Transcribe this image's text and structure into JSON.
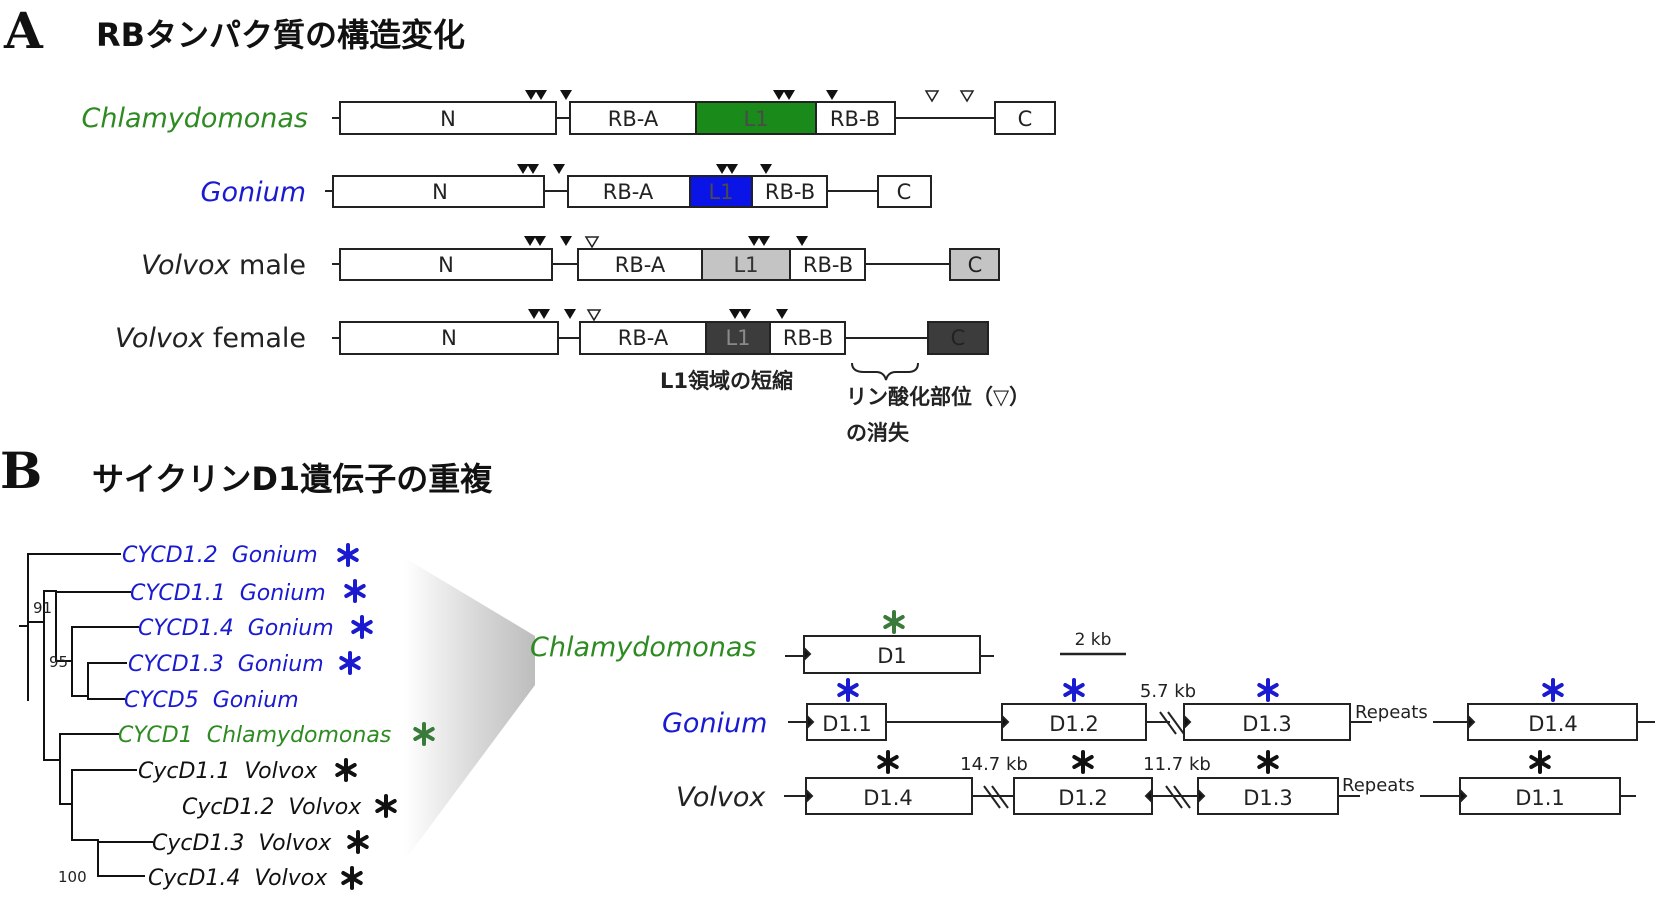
{
  "panel_a": {
    "letter": "A",
    "title": "RBタンパク質の構造変化",
    "rows": [
      {
        "species": "Chlamydomonas",
        "suffix": "",
        "color": "#2e8b22",
        "n": "N",
        "rba": "RB-A",
        "l1": "L1",
        "rbb": "RB-B",
        "c": "C",
        "l1_fill": "#1a8a1a",
        "c_fill": "#ffffff",
        "l1_text": "#555555"
      },
      {
        "species": "Gonium",
        "suffix": "",
        "color": "#1a1ad0",
        "n": "N",
        "rba": "RB-A",
        "l1": "L1",
        "rbb": "RB-B",
        "c": "C",
        "l1_fill": "#0a14e6",
        "c_fill": "#ffffff",
        "l1_text": "#555555"
      },
      {
        "species": "Volvox",
        "suffix": " male",
        "color": "#222222",
        "n": "N",
        "rba": "RB-A",
        "l1": "L1",
        "rbb": "RB-B",
        "c": "C",
        "l1_fill": "#c4c4c4",
        "c_fill": "#c4c4c4",
        "l1_text": "#333333"
      },
      {
        "species": "Volvox",
        "suffix": " female",
        "color": "#222222",
        "n": "N",
        "rba": "RB-A",
        "l1": "L1",
        "rbb": "RB-B",
        "c": "C",
        "l1_fill": "#3c3c3c",
        "c_fill": "#3c3c3c",
        "l1_text": "#888888"
      }
    ],
    "note_l1": "L1領域の短縮",
    "note_phospho_line1": "リン酸化部位（▽）",
    "note_phospho_line2": "の消失"
  },
  "panel_b": {
    "letter": "B",
    "title": "サイクリンD1遺伝子の重複",
    "tree_leaves": [
      {
        "gene": "CYCD1.2",
        "species": "Gonium",
        "color": "#1a1ad0",
        "star": true
      },
      {
        "gene": "CYCD1.1",
        "species": "Gonium",
        "color": "#1a1ad0",
        "star": true
      },
      {
        "gene": "CYCD1.4",
        "species": "Gonium",
        "color": "#1a1ad0",
        "star": true
      },
      {
        "gene": "CYCD1.3",
        "species": "Gonium",
        "color": "#1a1ad0",
        "star": true
      },
      {
        "gene": "CYCD5",
        "species": "Gonium",
        "color": "#1a1ad0",
        "star": false
      },
      {
        "gene": "CYCD1",
        "species": "Chlamydomonas",
        "color": "#2e8b22",
        "star": true
      },
      {
        "gene": "CycD1.1",
        "species": "Volvox",
        "color": "#111111",
        "star": true
      },
      {
        "gene": "CycD1.2",
        "species": "Volvox",
        "color": "#111111",
        "star": true
      },
      {
        "gene": "CycD1.3",
        "species": "Volvox",
        "color": "#111111",
        "star": true
      },
      {
        "gene": "CycD1.4",
        "species": "Volvox",
        "color": "#111111",
        "star": true
      }
    ],
    "bootstrap": [
      "91",
      "95",
      "100"
    ],
    "loci": {
      "chlamydomonas": {
        "label": "Chlamydomonas",
        "color": "#2e8b22",
        "genes": [
          "D1"
        ],
        "scale": "2 kb"
      },
      "gonium": {
        "label": "Gonium",
        "color": "#1a1ad0",
        "genes": [
          "D1.1",
          "D1.2",
          "D1.3",
          "D1.4"
        ],
        "gap": "5.7 kb",
        "repeats": "Repeats"
      },
      "volvox": {
        "label": "Volvox",
        "color": "#111111",
        "genes": [
          "D1.4",
          "D1.2",
          "D1.3",
          "D1.1"
        ],
        "gap1": "14.7 kb",
        "gap2": "11.7 kb",
        "repeats": "Repeats"
      }
    },
    "star_colors": {
      "gonium": "#1a1ad0",
      "chlamydomonas": "#3a7a3a",
      "volvox": "#111111"
    }
  }
}
